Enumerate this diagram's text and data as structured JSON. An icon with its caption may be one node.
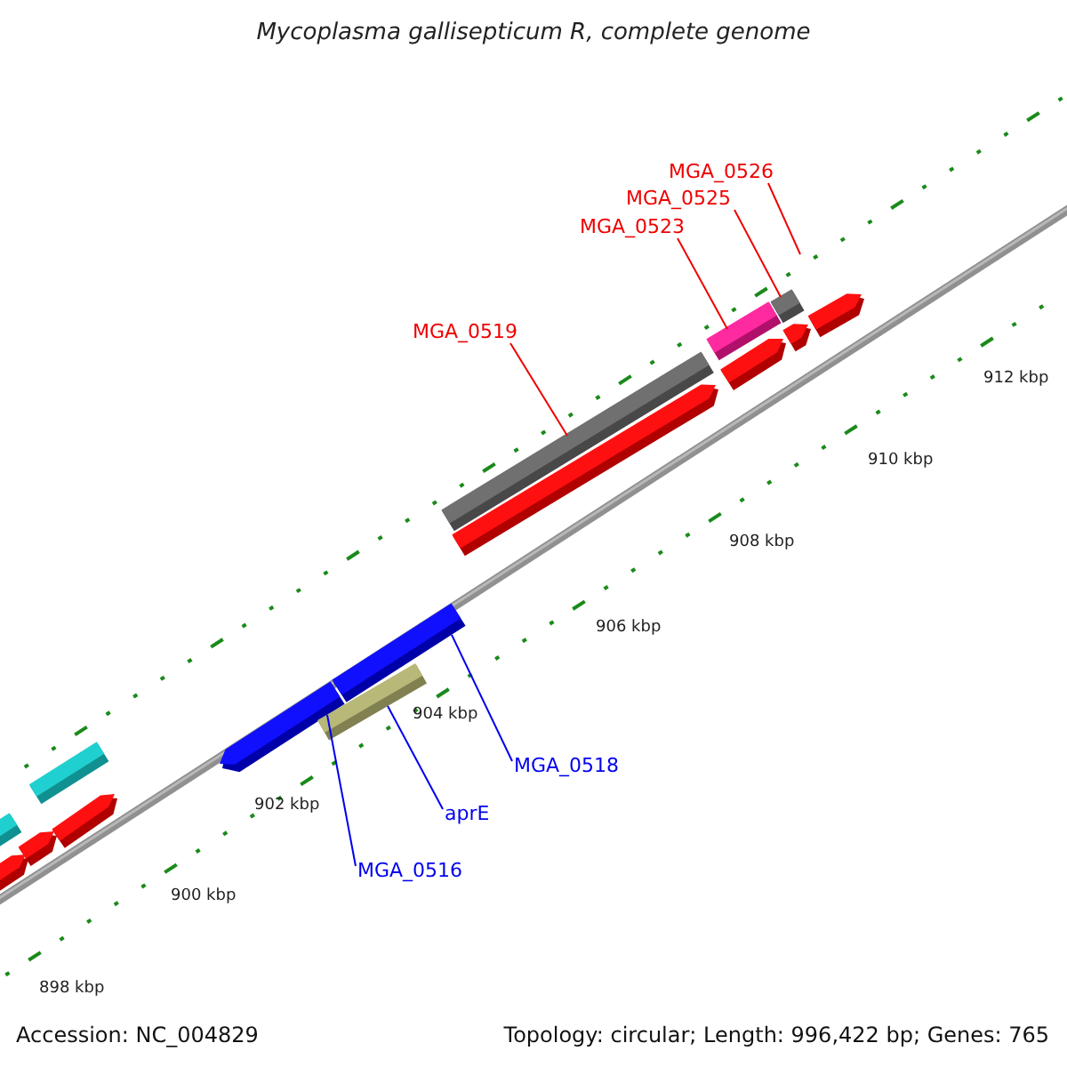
{
  "diagram": {
    "title": "Mycoplasma gallisepticum R, complete genome",
    "nodes": [
      {
        "text": [
          "MGA_0526"
        ]
      },
      {
        "text": [
          "MGA_0525"
        ]
      },
      {
        "text": [
          "MGA_0523"
        ]
      },
      {
        "text": [
          "MGA_0519"
        ]
      },
      {
        "text": [],
        "shape": "bar"
      },
      {
        "text": [],
        "shape": "bar"
      },
      {
        "text": [],
        "shape": "bar"
      },
      {
        "text": [
          "MGA_0518"
        ]
      },
      {
        "text": [
          "aprE"
        ]
      },
      {
        "text": [
          "MGA_0516"
        ]
      },
      {
        "text": [],
        "shape": "bar"
      },
      {
        "text": [],
        "shape": "bar"
      },
      {
        "text": [],
        "shape": "bar"
      }
    ],
    "edges": [
      {
        "from": 0,
        "to": null,
        "arrow": "none"
      },
      {
        "from": 1,
        "to": 6,
        "arrow": "none"
      },
      {
        "from": 2,
        "to": 5,
        "arrow": "none"
      },
      {
        "from": 3,
        "to": 4,
        "arrow": "none"
      },
      {
        "from": 7,
        "to": 11,
        "arrow": "none",
        "color": "#0000ee"
      },
      {
        "from": 8,
        "to": 12,
        "arrow": "none",
        "color": "#0000ee"
      },
      {
        "from": 9,
        "to": 10,
        "arrow": "none",
        "color": "#0000ee"
      }
    ],
    "labels": [
      "912 kbp",
      "910 kbp",
      "908 kbp",
      "906 kbp",
      "904 kbp",
      "902 kbp",
      "900 kbp",
      "898 kbp",
      "Accession: NC_004829",
      "Topology: circular; Length: 996,422 bp; Genes: 765"
    ]
  }
}
